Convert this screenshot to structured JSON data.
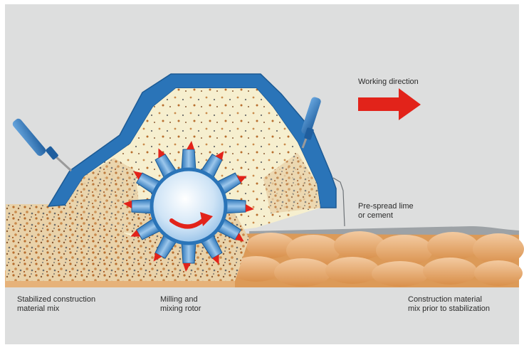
{
  "labels": {
    "working_direction": "Working direction",
    "pre_spread": [
      "Pre-spread lime",
      "or cement"
    ],
    "stabilized": [
      "Stabilized construction",
      "material mix"
    ],
    "rotor": [
      "Milling and",
      "mixing rotor"
    ],
    "construction": [
      "Construction material",
      "mix prior to stabilization"
    ]
  },
  "colors": {
    "background": "#dddede",
    "housing_blue": "#2a74b8",
    "arrow_red": "#e2231a",
    "rotor_light": "#d4e7f7",
    "soil": "#e8b77c",
    "mix": "#f1e7c6"
  },
  "icons": [
    "working-direction-arrow",
    "rotation-arrow"
  ]
}
